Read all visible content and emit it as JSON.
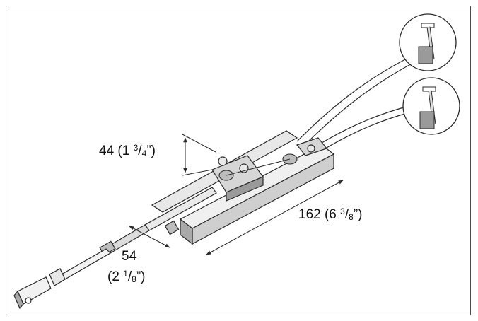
{
  "dimensions": {
    "height": {
      "value": "44",
      "fraction": "(1 ",
      "num": "3",
      "den": "4",
      "unit": "”)"
    },
    "length": {
      "value": "162",
      "fraction": "(6 ",
      "num": "3",
      "den": "8",
      "unit": "”)"
    },
    "offset": {
      "value": "54",
      "fraction": "(2 ",
      "num": "1",
      "den": "8",
      "unit": "”)"
    }
  },
  "colors": {
    "line": "#2a2a2a",
    "body": "#e6e6e6",
    "shade": "#bdbdbd",
    "dark": "#8a8a8a"
  }
}
